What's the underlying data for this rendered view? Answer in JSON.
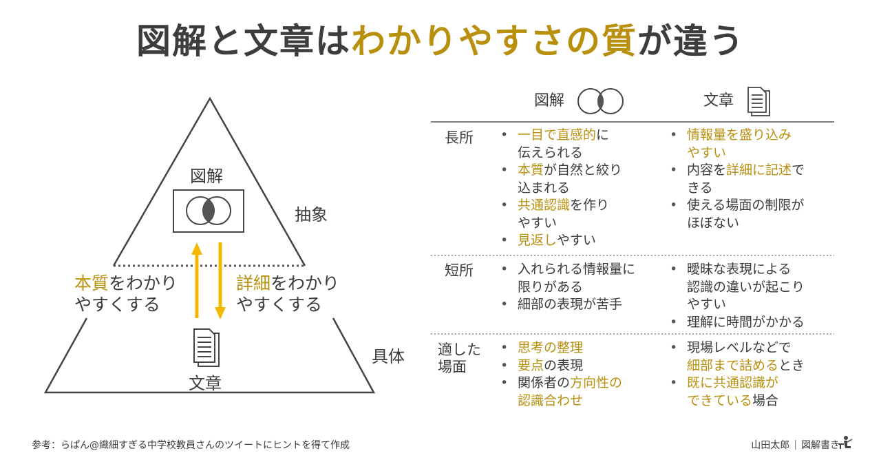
{
  "title": {
    "part1": "図解と文章は",
    "part2": "わかりやすさの質",
    "part3": "が違う"
  },
  "pyramid": {
    "top_label": "図解",
    "bottom_label": "文章",
    "abstract_label": "抽象",
    "concrete_label": "具体",
    "left_text": {
      "gold": "本質",
      "rest1": "をわかり",
      "line2": "やすくする"
    },
    "right_text": {
      "gold": "詳細",
      "rest1": "をわかり",
      "line2": "やすくする"
    }
  },
  "table": {
    "col1_header": "図解",
    "col2_header": "文章",
    "rows": [
      {
        "label": "長所",
        "col1": [
          [
            {
              "t": "一目で直感的",
              "g": true
            },
            {
              "t": "に"
            }
          ],
          [
            {
              "t": "伝えられる"
            }
          ],
          [
            {
              "t": "本質",
              "g": true
            },
            {
              "t": "が自然と絞り"
            }
          ],
          [
            {
              "t": "込まれる"
            }
          ],
          [
            {
              "t": "共通認識",
              "g": true
            },
            {
              "t": "を作り"
            }
          ],
          [
            {
              "t": "やすい"
            }
          ],
          [
            {
              "t": "見返し",
              "g": true
            },
            {
              "t": "やすい"
            }
          ]
        ],
        "col1_bullets": [
          0,
          2,
          4,
          6
        ],
        "col2": [
          [
            {
              "t": "情報量を盛り込み",
              "g": true
            }
          ],
          [
            {
              "t": "やすい",
              "g": true
            }
          ],
          [
            {
              "t": "内容を"
            },
            {
              "t": "詳細に記述",
              "g": true
            },
            {
              "t": "で"
            }
          ],
          [
            {
              "t": "きる"
            }
          ],
          [
            {
              "t": "使える場面の制限が"
            }
          ],
          [
            {
              "t": "ほぼない"
            }
          ]
        ],
        "col2_bullets": [
          0,
          2,
          4
        ]
      },
      {
        "label": "短所",
        "col1": [
          [
            {
              "t": "入れられる情報量に"
            }
          ],
          [
            {
              "t": "限りがある"
            }
          ],
          [
            {
              "t": "細部の表現が苦手"
            }
          ]
        ],
        "col1_bullets": [
          0,
          2
        ],
        "col2": [
          [
            {
              "t": "曖昧な表現による"
            }
          ],
          [
            {
              "t": "認識の違いが起こり"
            }
          ],
          [
            {
              "t": "やすい"
            }
          ],
          [
            {
              "t": "理解に時間がかかる"
            }
          ]
        ],
        "col2_bullets": [
          0,
          3
        ]
      },
      {
        "label": "適した\n場面",
        "col1": [
          [
            {
              "t": "思考の整理",
              "g": true
            }
          ],
          [
            {
              "t": "要点",
              "g": true
            },
            {
              "t": "の表現"
            }
          ],
          [
            {
              "t": "関係者の"
            },
            {
              "t": "方向性の",
              "g": true
            }
          ],
          [
            {
              "t": "認識合わせ",
              "g": true
            }
          ]
        ],
        "col1_bullets": [
          0,
          1,
          2
        ],
        "col2": [
          [
            {
              "t": "現場レベルなどで"
            }
          ],
          [
            {
              "t": "細部まで詰める",
              "g": true
            },
            {
              "t": "とき"
            }
          ],
          [
            {
              "t": "既に共通認識が",
              "g": true
            }
          ],
          [
            {
              "t": "できている",
              "g": true
            },
            {
              "t": "場合"
            }
          ]
        ],
        "col2_bullets": [
          0,
          2
        ]
      }
    ]
  },
  "footer": {
    "reference": "参考：らぱん@織細すぎる中学校教員さんのツイートにヒントを得て作成",
    "author": "山田太郎",
    "brand": "図解書き"
  },
  "colors": {
    "gold": "#b8900e",
    "arrow": "#f5b800",
    "text": "#3a3a3a",
    "line": "#444444"
  },
  "icons": [
    "venn-icon",
    "document-icon",
    "person-writing-icon"
  ]
}
